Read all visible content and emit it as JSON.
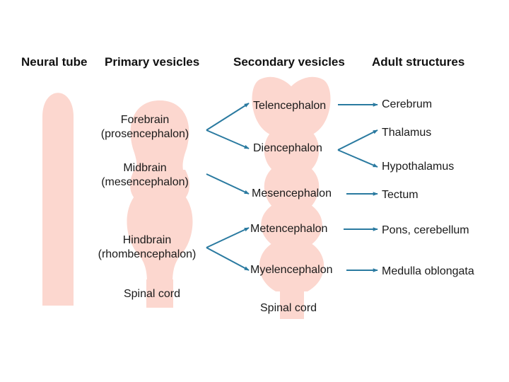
{
  "headers": {
    "neural_tube": "Neural tube",
    "primary_vesicles": "Primary vesicles",
    "secondary_vesicles": "Secondary vesicles",
    "adult_structures": "Adult structures"
  },
  "primary": {
    "forebrain": "Forebrain",
    "forebrain_term": "(prosencephalon)",
    "midbrain": "Midbrain",
    "midbrain_term": "(mesencephalon)",
    "hindbrain": "Hindbrain",
    "hindbrain_term": "(rhombencephalon)",
    "spinal_cord": "Spinal cord"
  },
  "secondary": {
    "telencephalon": "Telencephalon",
    "diencephalon": "Diencephalon",
    "mesencephalon": "Mesencephalon",
    "metencephalon": "Metencephalon",
    "myelencephalon": "Myelencephalon",
    "spinal_cord": "Spinal cord"
  },
  "adult": {
    "cerebrum": "Cerebrum",
    "thalamus": "Thalamus",
    "hypothalamus": "Hypothalamus",
    "tectum": "Tectum",
    "pons_cerebellum": "Pons, cerebellum",
    "medulla": "Medulla oblongata"
  },
  "colors": {
    "tissue": "#fcd7cf",
    "arrow": "#2a7aa0",
    "text": "#1a1a1a"
  }
}
